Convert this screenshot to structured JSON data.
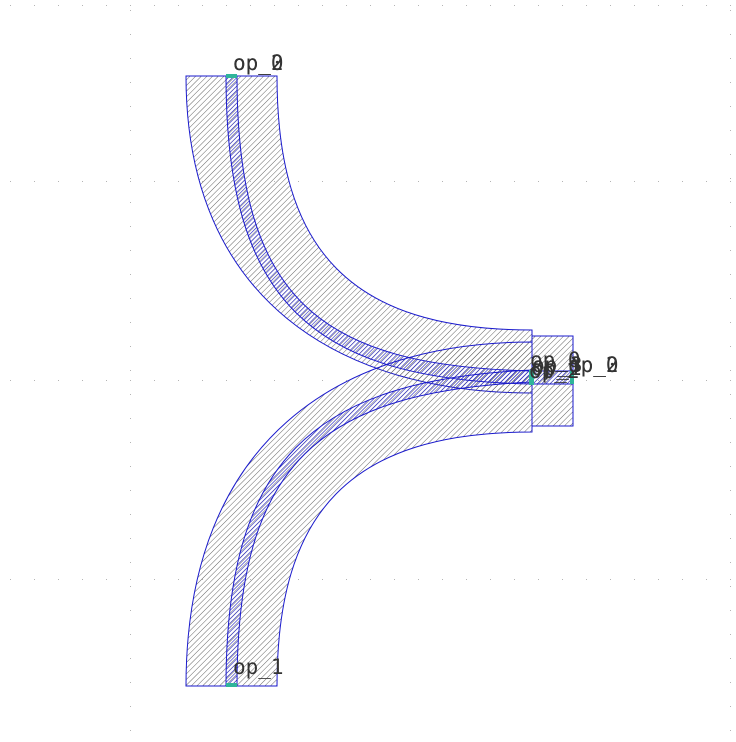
{
  "colors": {
    "background": "#ffffff",
    "grid_dot": "#b4b4b4",
    "cladding_hatch": "#555555",
    "core_hatch": "#2020c0",
    "outline": "#1a1acc",
    "port_marker": "#2fb59a",
    "label": "#333333"
  },
  "ports": {
    "top_a": "op_0",
    "top_b": "op_2",
    "bottom": "op_1",
    "mid_a": "op_0",
    "mid_b": "op_1",
    "mid_c": "op_2",
    "mid_d": "op_3",
    "right_a": "op_0",
    "right_b": "op_2"
  }
}
